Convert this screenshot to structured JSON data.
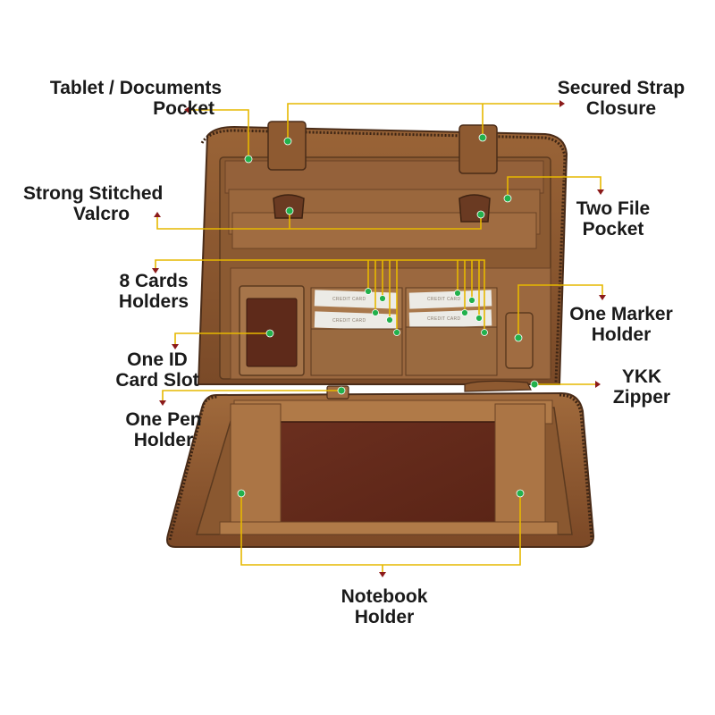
{
  "labels": {
    "tablet_pocket": [
      "Tablet / Documents",
      "Pocket"
    ],
    "strap_closure": [
      "Secured Strap",
      "Closure"
    ],
    "stitched_velcro": [
      "Strong Stitched",
      "Valcro"
    ],
    "two_file_pocket": [
      "Two File",
      "Pocket"
    ],
    "cards_holders": [
      "8 Cards",
      "Holders"
    ],
    "marker_holder": [
      "One Marker",
      "Holder"
    ],
    "id_card_slot": [
      "One ID",
      "Card Slot"
    ],
    "ykk_zipper": [
      "YKK",
      "Zipper"
    ],
    "pen_holder": [
      "One Pen",
      "Holder"
    ],
    "notebook_holder": [
      "Notebook",
      "Holder"
    ]
  },
  "card_print": "CREDIT CARD",
  "colors": {
    "leader_line": "#e6b800",
    "marker_dot": "#22b14c",
    "arrow_head": "#8b1a1a",
    "leather_light": "#a8713f",
    "leather_dark": "#6e4122",
    "leather_pad": "#6a2e1d",
    "label_text": "#1a1a1a"
  }
}
